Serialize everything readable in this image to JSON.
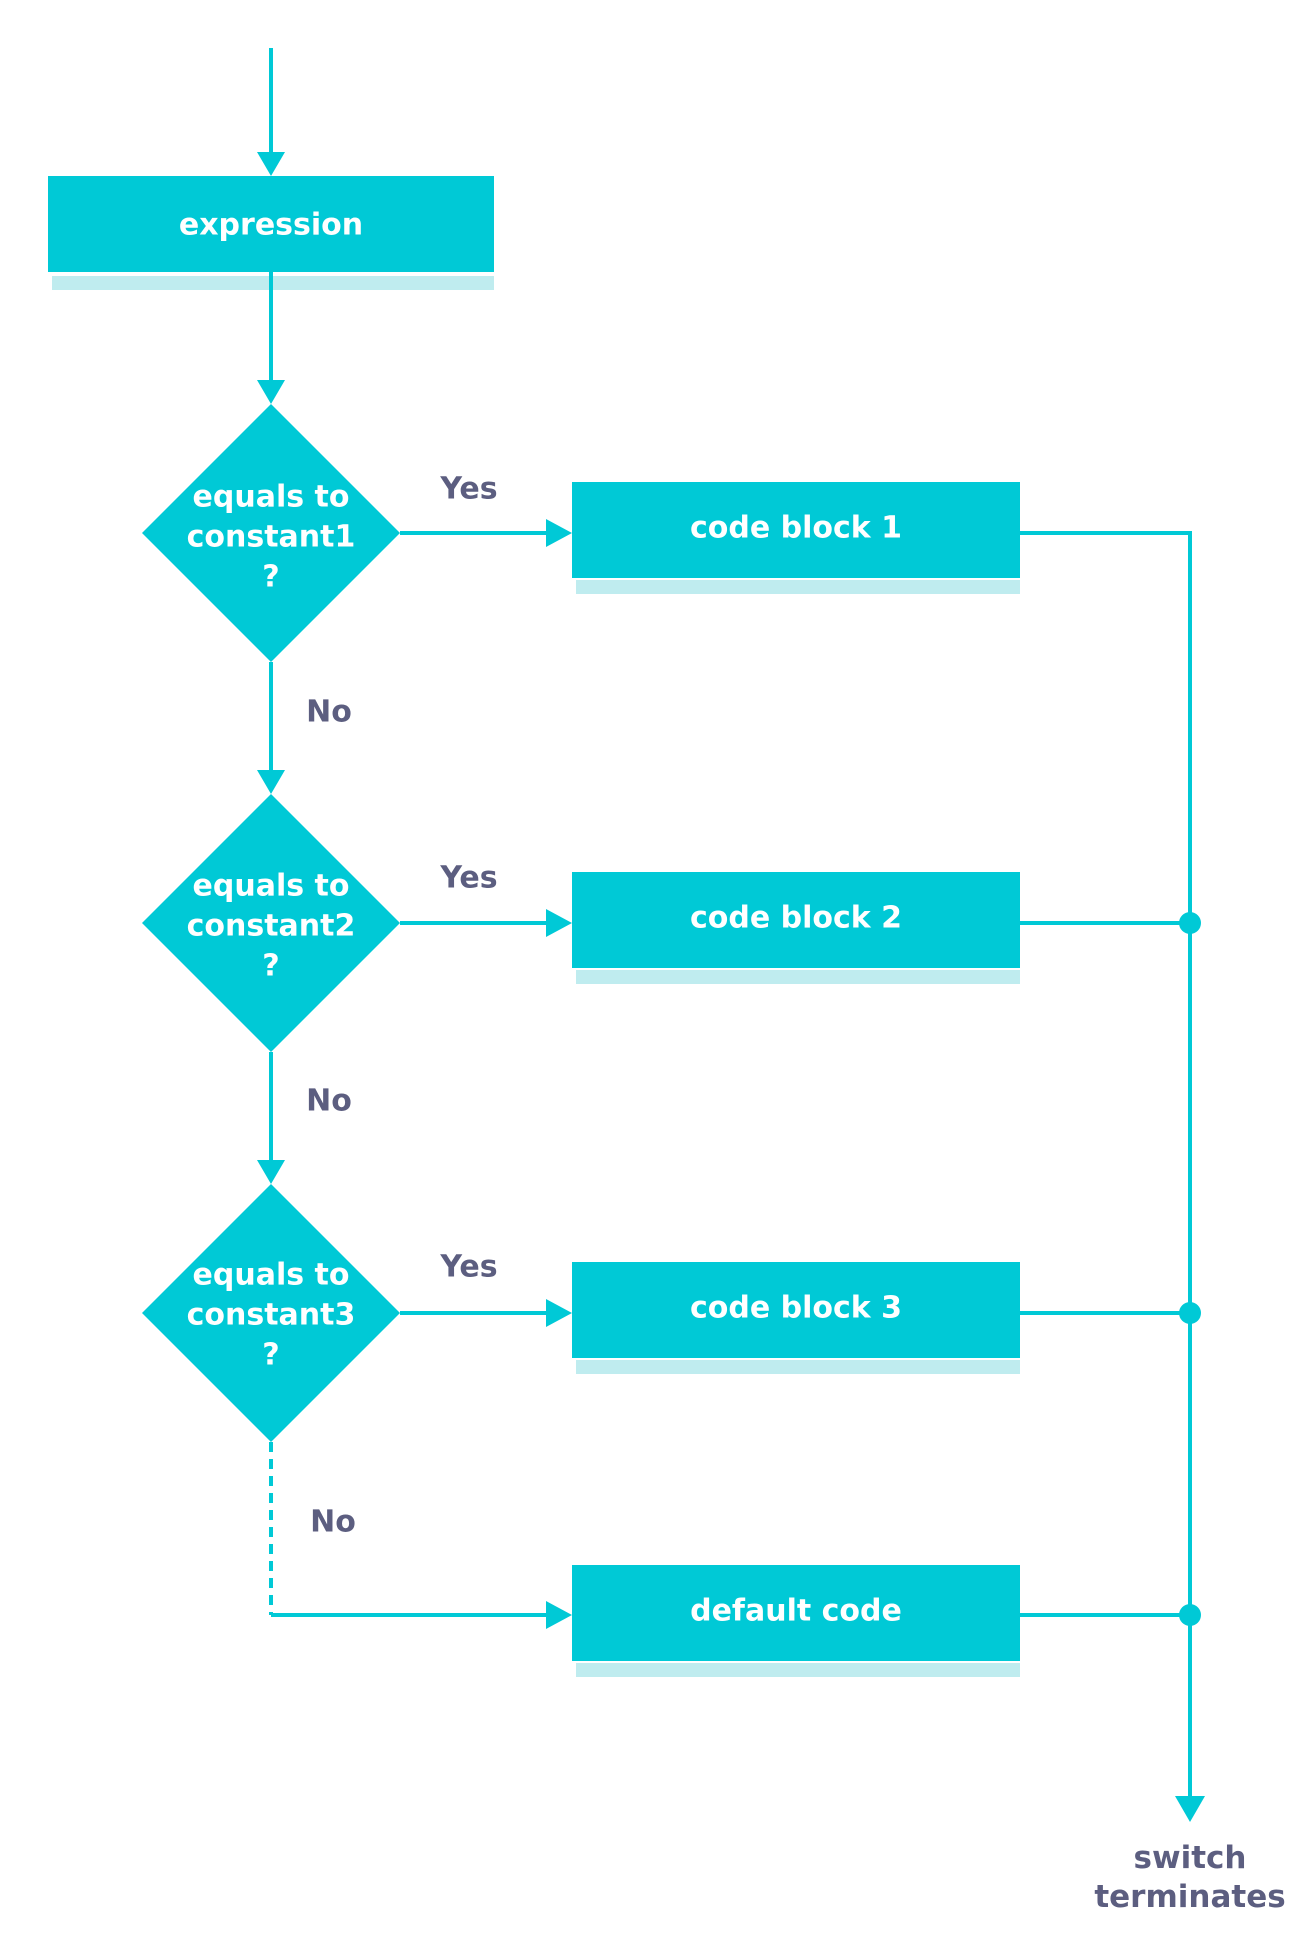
{
  "nodes": {
    "expression": "expression",
    "decision1": [
      "equals to",
      "constant1",
      "?"
    ],
    "decision2": [
      "equals to",
      "constant2",
      "?"
    ],
    "decision3": [
      "equals to",
      "constant3",
      "?"
    ],
    "block1": "code block 1",
    "block2": "code block 2",
    "block3": "code block 3",
    "default": "default code",
    "end": [
      "switch",
      "terminates"
    ]
  },
  "edge_labels": {
    "yes1": "Yes",
    "yes2": "Yes",
    "yes3": "Yes",
    "no1": "No",
    "no2": "No",
    "no3": "No"
  },
  "colors": {
    "accent": "#00c9d6",
    "label": "#5c5e80",
    "node_text": "#ffffff"
  }
}
